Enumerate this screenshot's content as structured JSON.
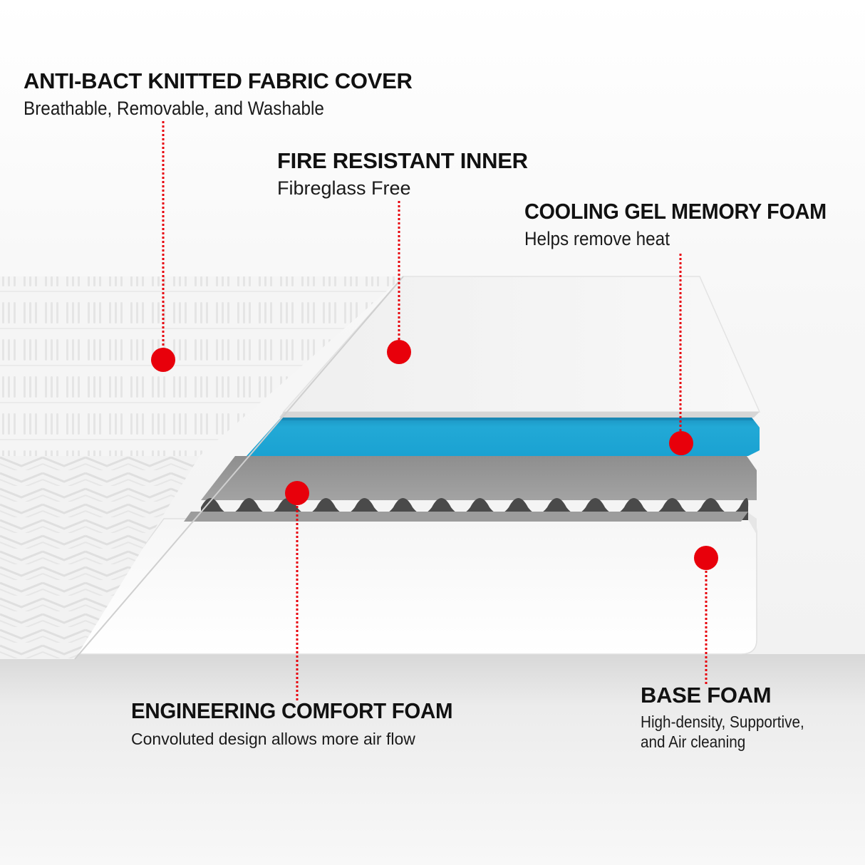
{
  "labels": {
    "cover": {
      "title": "ANTI-BACT KNITTED FABRIC COVER",
      "subtitle": "Breathable, Removable, and Washable"
    },
    "fire": {
      "title": "FIRE RESISTANT INNER",
      "subtitle": "Fibreglass Free"
    },
    "gel": {
      "title": "COOLING GEL MEMORY FOAM",
      "subtitle": "Helps remove heat"
    },
    "engineering": {
      "title": "ENGINEERING COMFORT FOAM",
      "subtitle": "Convoluted design allows more air flow"
    },
    "base": {
      "title": "BASE FOAM",
      "subtitle_line1": "High-density, Supportive,",
      "subtitle_line2": "and Air cleaning"
    }
  },
  "colors": {
    "marker": "#e8000b",
    "gel_layer": "#1ea6d3",
    "comfort_layer": "#9a9a9a",
    "fabric": "#f1f1f1"
  }
}
